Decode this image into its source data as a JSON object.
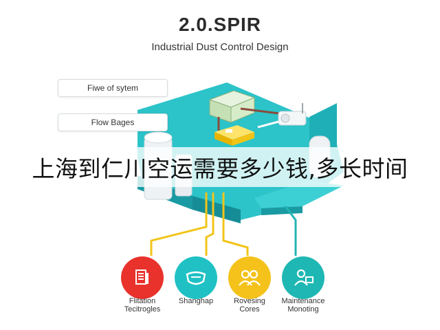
{
  "header": {
    "title": "2.0.SPIR",
    "subtitle": "Industrial Dust Control Design"
  },
  "callouts": [
    {
      "label": "Fiwe of sytem"
    },
    {
      "label": "Flow Bages"
    }
  ],
  "banner": {
    "text": "上海到仁川空运需要多少钱,多长时间"
  },
  "icons": [
    {
      "name": "document-icon",
      "color": "#e8322b",
      "label_line1": "Flitation",
      "label_line2": "Tecitrogles"
    },
    {
      "name": "mask-icon",
      "color": "#1fc1c4",
      "label_line1": "Shanghap",
      "label_line2": ""
    },
    {
      "name": "people-icon",
      "color": "#f4c21a",
      "label_line1": "Rovesing",
      "label_line2": "Cores"
    },
    {
      "name": "person-monitor-icon",
      "color": "#1fb7b3",
      "label_line1": "Maintenance",
      "label_line2": "Monoting"
    }
  ],
  "colors": {
    "platform_top": "#2cc3c9",
    "platform_side": "#1a9aa3",
    "pipe_yellow": "#f2c418",
    "pipe_teal": "#23b4b4",
    "module_green": "#d6ecc9"
  }
}
